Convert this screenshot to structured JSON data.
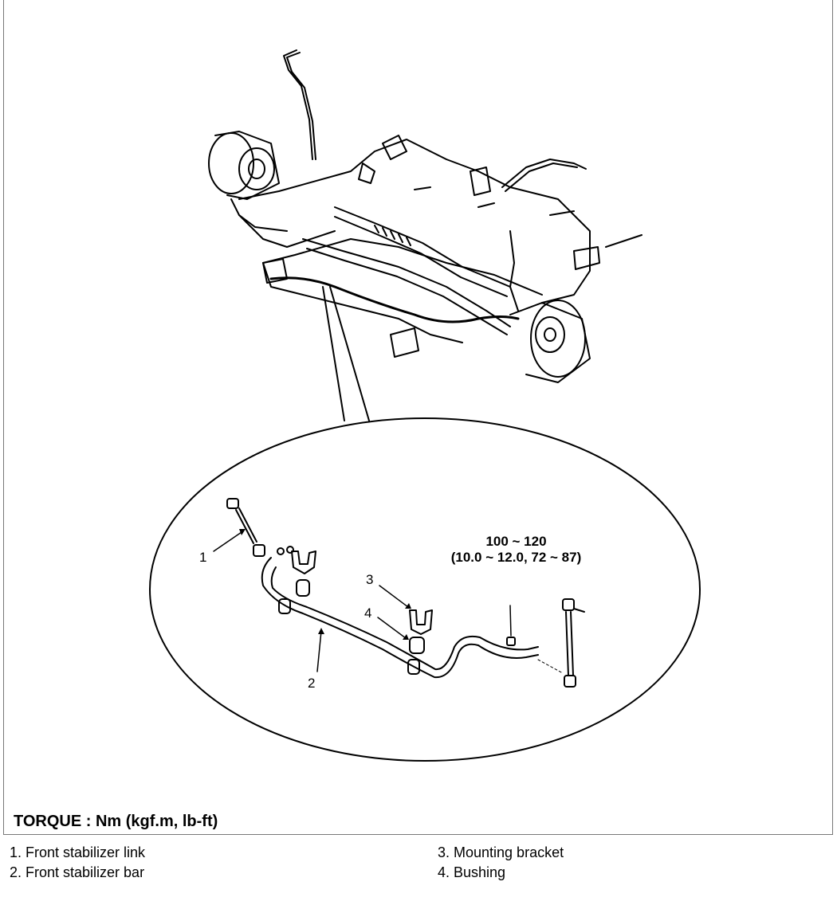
{
  "callouts": {
    "c1": "1",
    "c2": "2",
    "c3": "3",
    "c4": "4"
  },
  "torque_spec": {
    "line1": "100 ~ 120",
    "line2": "(10.0 ~ 12.0, 72 ~ 87)"
  },
  "torque_unit_note": "TORQUE : Nm (kgf.m, lb-ft)",
  "legend": [
    "1. Front stabilizer link",
    "2. Front stabilizer bar",
    "3. Mounting bracket",
    "4. Bushing"
  ]
}
